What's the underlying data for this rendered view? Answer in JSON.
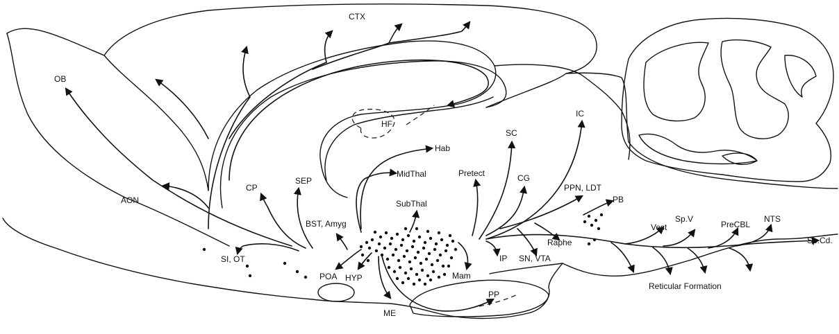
{
  "labels": {
    "ctx": "CTX",
    "ob": "OB",
    "hf": "HF",
    "hab": "Hab",
    "midthal": "MidThal",
    "pretect": "Pretect",
    "sc": "SC",
    "ic": "IC",
    "cg": "CG",
    "ppn_ldt": "PPN, LDT",
    "pb": "PB",
    "vest": "Vest",
    "spv": "Sp.V",
    "precbl": "PreCBL",
    "nts": "NTS",
    "spcd": "Sp.Cd.",
    "aon": "AON",
    "cp": "CP",
    "sep": "SEP",
    "subthal": "SubThal",
    "bst_amyg": "BST, Amyg",
    "si_ot": "SI, OT",
    "poa": "POA",
    "hyp": "HYP",
    "mam": "Mam",
    "ip": "IP",
    "sn_vta": "SN, VTA",
    "raphe": "Raphe",
    "reticular": "Reticular Formation",
    "me": "ME",
    "pp": "PP"
  }
}
